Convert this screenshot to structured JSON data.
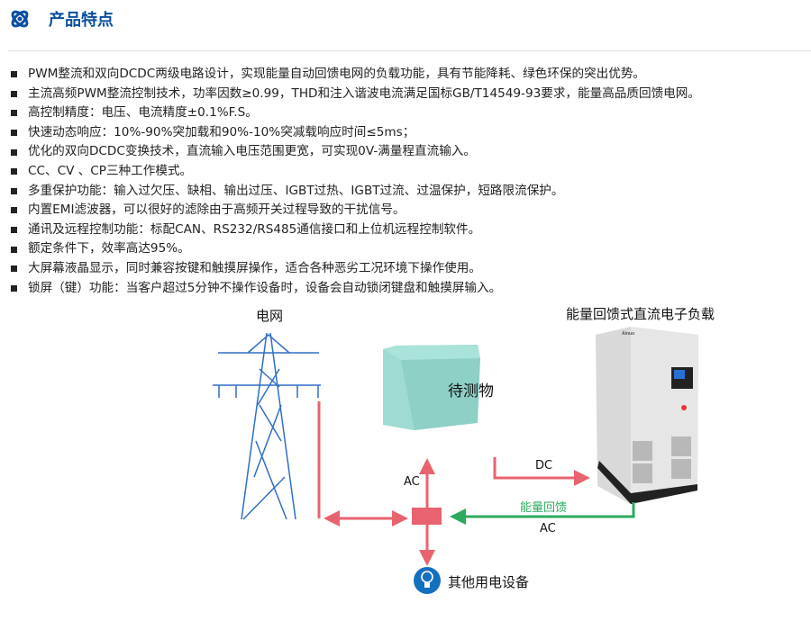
{
  "header": {
    "title": "产品特点",
    "icon": "atom-logo-icon"
  },
  "features": [
    "PWM整流和双向DCDC两级电路设计，实现能量自动回馈电网的负载功能，具有节能降耗、绿色环保的突出优势。",
    "主流高频PWM整流控制技术，功率因数≥0.99，THD和注入谐波电流满足国标GB/T14549-93要求，能量高品质回馈电网。",
    "高控制精度：电压、电流精度±0.1%F.S。",
    "快速动态响应：10%-90%突加载和90%-10%突减载响应时间≤5ms；",
    "优化的双向DCDC变换技术，直流输入电压范围更宽，可实现0V-满量程直流输入。",
    "CC、CV 、CP三种工作模式。",
    "多重保护功能：输入过欠压、缺相、输出过压、IGBT过热、IGBT过流、过温保护，短路限流保护。",
    "内置EMI滤波器，可以很好的滤除由于高频开关过程导致的干扰信号。",
    "通讯及远程控制功能：标配CAN、RS232/RS485通信接口和上位机远程控制软件。",
    "额定条件下，效率高达95%。",
    "大屏幕液晶显示，同时兼容按键和触摸屏操作，适合各种恶劣工况环境下操作使用。",
    "锁屏（键）功能：当客户超过5分钟不操作设备时，设备会自动锁闭键盘和触摸屏输入。"
  ],
  "diagram": {
    "grid_label": "电网",
    "load_label": "能量回馈式直流电子负载",
    "dut_label": "待测物",
    "dc_label": "DC",
    "ac_up_label": "AC",
    "feedback_label": "能量回馈",
    "ac_feedback_label": "AC",
    "equipment_label": "其他用电设备",
    "cabinet_brand": "Ainuo",
    "colors": {
      "power": "#e8636f",
      "feedback": "#2eaa5f",
      "accent": "#0a4f9e",
      "dut": "#8ecfc6"
    }
  }
}
